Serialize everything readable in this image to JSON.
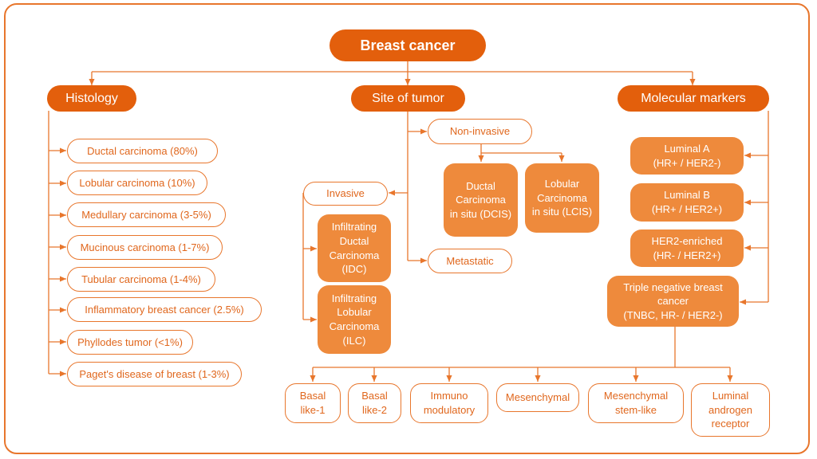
{
  "root": "Breast cancer",
  "categories": {
    "histology": "Histology",
    "site": "Site of tumor",
    "molecular": "Molecular markers"
  },
  "histology": [
    "Ductal carcinoma (80%)",
    "Lobular carcinoma (10%)",
    "Medullary carcinoma (3-5%)",
    "Mucinous carcinoma (1-7%)",
    "Tubular carcinoma (1-4%)",
    "Inflammatory breast cancer (2.5%)",
    "Phyllodes tumor (<1%)",
    "Paget's disease of breast (1-3%)"
  ],
  "site": {
    "non_invasive": "Non-invasive",
    "dcis": "Ductal\nCarcinoma\nin situ (DCIS)",
    "lcis": "Lobular\nCarcinoma\nin situ (LCIS)",
    "invasive": "Invasive",
    "idc": "Infiltrating\nDuctal\nCarcinoma\n(IDC)",
    "ilc": "Infiltrating\nLobular\nCarcinoma\n(ILC)",
    "metastatic": "Metastatic"
  },
  "molecular": {
    "luminal_a": "Luminal A\n(HR+ / HER2-)",
    "luminal_b": "Luminal B\n(HR+ / HER2+)",
    "her2": "HER2-enriched\n(HR- / HER2+)",
    "tnbc": "Triple negative breast\ncancer\n(TNBC, HR- / HER2-)"
  },
  "tnbc_subtypes": [
    "Basal\nlike-1",
    "Basal\nlike-2",
    "Immuno\nmodulatory",
    "Mesenchymal",
    "Mesenchymal\nstem-like",
    "Luminal\nandrogen\nreceptor"
  ],
  "colors": {
    "primary": "#E35F0C",
    "secondary": "#EE8A3C",
    "outline": "#E8762C",
    "outline_text": "#E0671D"
  }
}
